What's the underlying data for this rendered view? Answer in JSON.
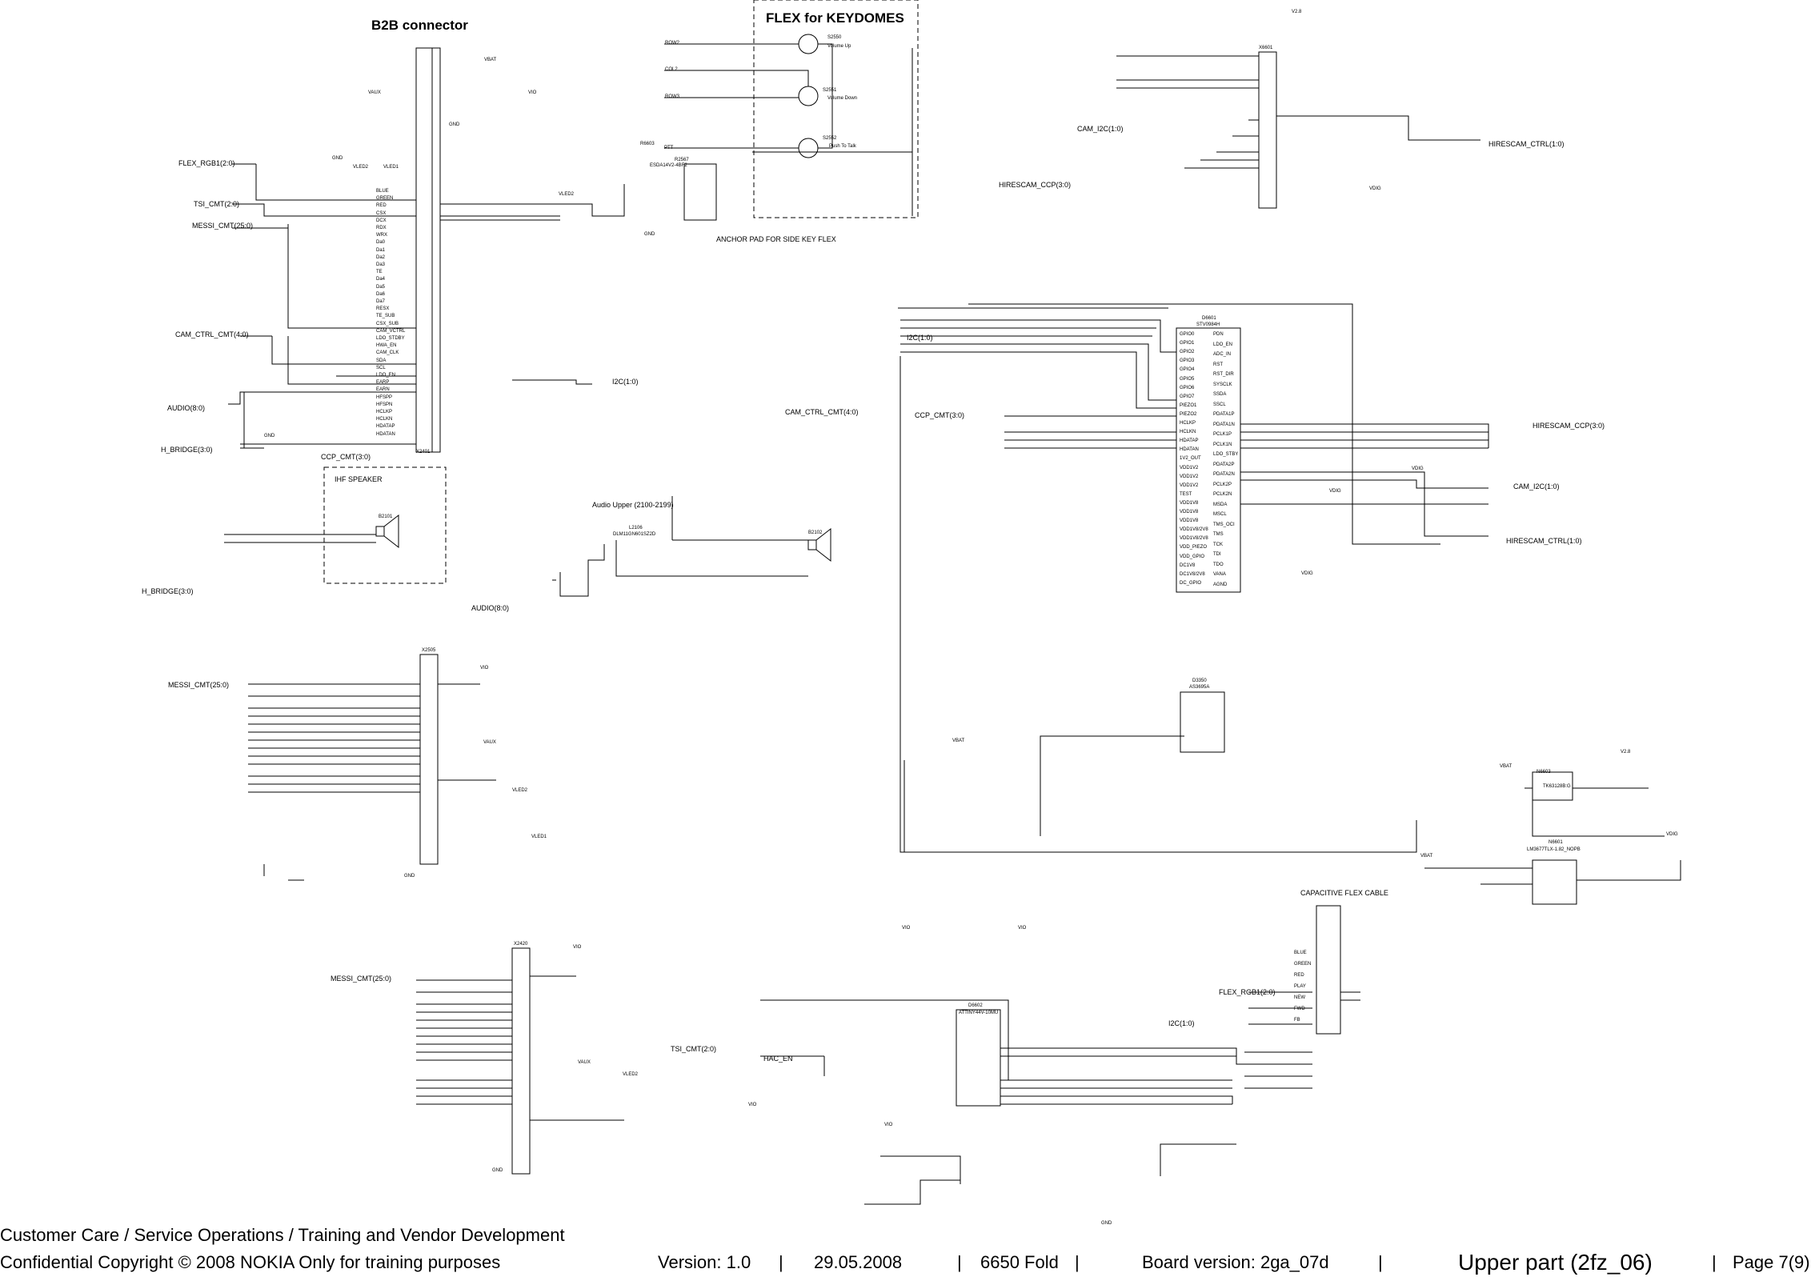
{
  "headings": {
    "b2b": "B2B connector",
    "flex": "FLEX for KEYDOMES",
    "ihf": "IHF SPEAKER",
    "audio_upper": "Audio Upper (2100-2199)",
    "anchor": "ANCHOR PAD FOR SIDE KEY FLEX",
    "cap_flex": "CAPACITIVE FLEX CABLE"
  },
  "nets": {
    "flex_rgb": "FLEX_RGB1(2:0)",
    "tsi_cmt": "TSI_CMT(2:0)",
    "messi_cmt": "MESSI_CMT(25:0)",
    "cam_ctrl_cmt": "CAM_CTRL_CMT(4:0)",
    "i2c": "I2C(1:0)",
    "audio": "AUDIO(8:0)",
    "h_bridge": "H_BRIDGE(3:0)",
    "ccp_cmt": "CCP_CMT(3:0)",
    "cam_i2c": "CAM_I2C(1:0)",
    "hirescam_ccp": "HIRESCAM_CCP(3:0)",
    "hirescam_ctrl": "HIRESCAM_CTRL(1:0)",
    "hac_en": "HAC_EN"
  },
  "rails": {
    "vbat": "VBAT",
    "vio": "VIO",
    "vaux": "VAUX",
    "vdig": "VDIG",
    "v28": "V2.8",
    "vled1": "VLED1",
    "vled2": "VLED2",
    "gnd": "GND"
  },
  "keys": {
    "row2": "ROW2",
    "col2": "COL2",
    "row3": "ROW3",
    "s2550": "S2550",
    "s2551": "S2551",
    "s2552": "S2552",
    "vol_up": "Volume Up",
    "vol_down": "Volume Down",
    "ptt": "Push To Talk",
    "ptt_net": "PTT",
    "r6603": "R6603",
    "r2567": "R2567",
    "esd": "ESDA14V2-4BF2"
  },
  "b2b_pins": [
    "BLUE",
    "GREEN",
    "RED",
    "CSX",
    "DCX",
    "RDX",
    "WRX",
    "Da0",
    "Da1",
    "Da2",
    "Da3",
    "TE",
    "Da4",
    "Da5",
    "Da6",
    "Da7",
    "RESX",
    "TE_SUB",
    "CSX_SUB",
    "CAM_VCTRL",
    "LDO_STDBY",
    "HWA_EN",
    "CAM_CLK",
    "SDA",
    "SCL",
    "LDO_EN",
    "EARP",
    "EARN",
    "HFSPP",
    "HFSPN",
    "HCLKP",
    "HCLKN",
    "HDATAP",
    "HDATAN"
  ],
  "ics": {
    "d6601": "D6601",
    "d6601_part": "STV0984H",
    "x6601": "X6601",
    "d3350": "D3350",
    "d3350_part": "AS3695A",
    "n6603": "N6603",
    "n6603_part": "TK63128B:G",
    "n6601": "N6601",
    "n6601_part": "LM3677TLX-1.82_NOPB",
    "d6602": "D6602",
    "d6602_part": "ATTINY44V-10MU",
    "x2401": "X2401",
    "x2505": "X2505",
    "x2420": "X2420",
    "b2101": "B2101",
    "b2102": "B2102",
    "l2106": "L2106",
    "l2106_part": "DLM11GN601SZ2D"
  },
  "d6601_left_pins": [
    "GPIO0",
    "GPIO1",
    "GPIO2",
    "GPIO3",
    "GPIO4",
    "GPIO5",
    "GPIO6",
    "GPIO7",
    "PIEZO1",
    "PIEZO2",
    "HCLKP",
    "HCLKN",
    "HDATAP",
    "HDATAN",
    "1V2_OUT",
    "VDD1V2",
    "VDD1V2",
    "VDD1V2",
    "TEST",
    "VDD1V8",
    "VDD1V8",
    "VDD1V8",
    "VDD1V8/2V8",
    "VDD1V8/2V8",
    "VDD_PIEZO",
    "VDD_GPIO",
    "DC1V8",
    "DC1V8/2V8",
    "DC_GPIO"
  ],
  "d6601_right_pins": [
    "PDN",
    "LDO_EN",
    "ADC_IN",
    "RST",
    "RST_DIR",
    "SYSCLK",
    "SSDA",
    "SSCL",
    "PDATA1P",
    "PDATA1N",
    "PCLK1P",
    "PCLK1N",
    "LDO_STBY",
    "PDATA2P",
    "PDATA2N",
    "PCLK2P",
    "PCLK2N",
    "MSDA",
    "MSCL",
    "TMS_OCI",
    "TMS",
    "TCK",
    "TDI",
    "TDO",
    "VANA",
    "AGND"
  ],
  "cap_flex_pins": [
    "BLUE",
    "GREEN",
    "RED",
    "PLAY",
    "NEW",
    "FWD",
    "FB"
  ],
  "footer": {
    "line1": "Customer Care / Service Operations / Training and Vendor Development",
    "line2": "Confidential Copyright © 2008 NOKIA Only for training purposes",
    "version": "Version: 1.0",
    "date": "29.05.2008",
    "product": "6650 Fold",
    "board": "Board version: 2ga_07d",
    "sheet_name": "Upper part (2fz_06)",
    "page": "Page 7(9)",
    "sep": "|"
  }
}
